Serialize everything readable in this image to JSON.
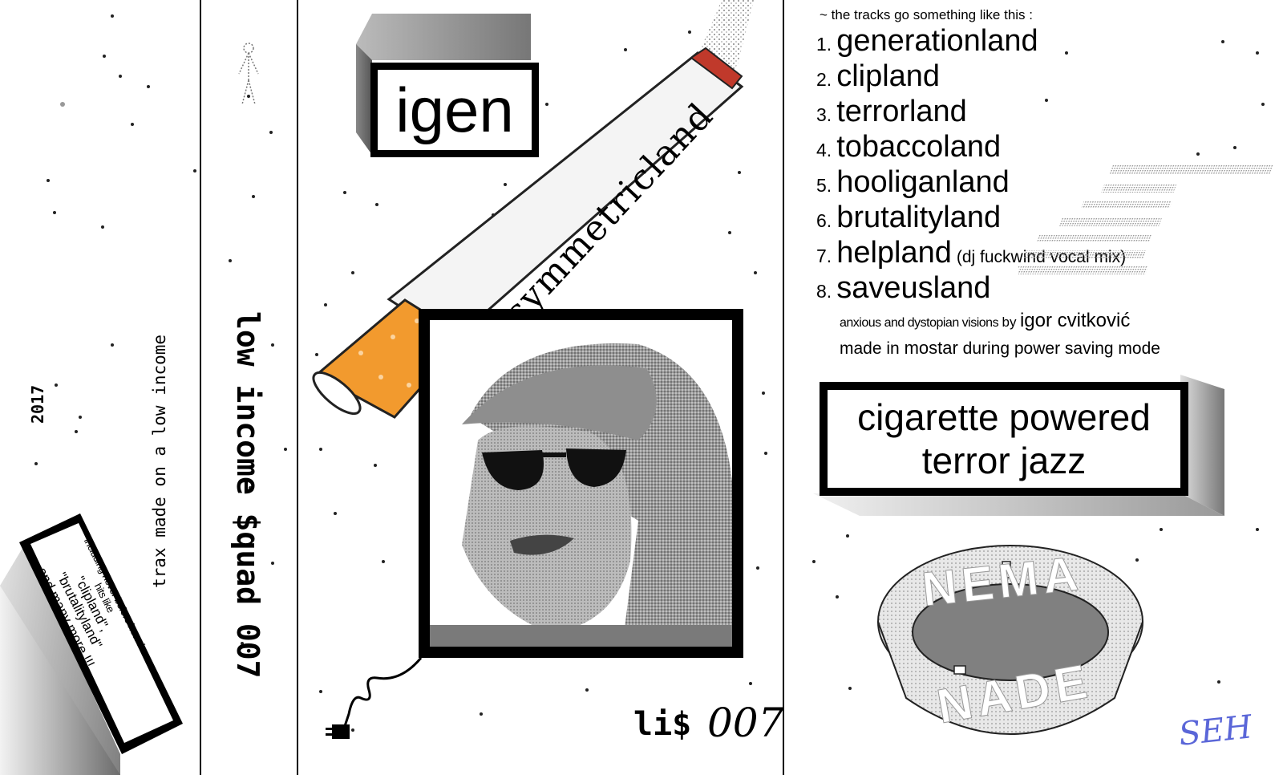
{
  "panel_left": {
    "year": "2017",
    "tagline": "trax made on a low income",
    "tape_box_lines": [
      "including never before heard hits like",
      "\"clipland\", \"brutalityland\"",
      "and many more !!!"
    ]
  },
  "spine": {
    "title": "low income $quad 007"
  },
  "cover": {
    "artist": "igen",
    "album": "asymmetricland",
    "catalog_prefix": "li$",
    "catalog_number": "007"
  },
  "back": {
    "intro": "~ the tracks go something like this :",
    "tracks": [
      {
        "num": "1.",
        "name": "generationland",
        "note": ""
      },
      {
        "num": "2.",
        "name": "clipland",
        "note": ""
      },
      {
        "num": "3.",
        "name": "terrorland",
        "note": ""
      },
      {
        "num": "4.",
        "name": "tobaccoland",
        "note": ""
      },
      {
        "num": "5.",
        "name": "hooliganland",
        "note": ""
      },
      {
        "num": "6.",
        "name": "brutalityland",
        "note": ""
      },
      {
        "num": "7.",
        "name": "helpland",
        "note": "(dj fuckwind vocal mix)"
      },
      {
        "num": "8.",
        "name": "saveusland",
        "note": ""
      }
    ],
    "credit_a": "anxious and dystopian visions",
    "credit_by": "by",
    "credit_name": "igor cvitković",
    "made_in_pre": "made in",
    "made_in_place": "mostar",
    "made_in_post": "during power saving mode",
    "slogan_line1": "cigarette powered",
    "slogan_line2": "terror jazz",
    "ashtray_top": "NEMA",
    "ashtray_bottom": "NADE",
    "signature": "SEH"
  },
  "colors": {
    "filter": "#f29a2e",
    "ink": "#000000",
    "signature": "#5a66d8"
  }
}
